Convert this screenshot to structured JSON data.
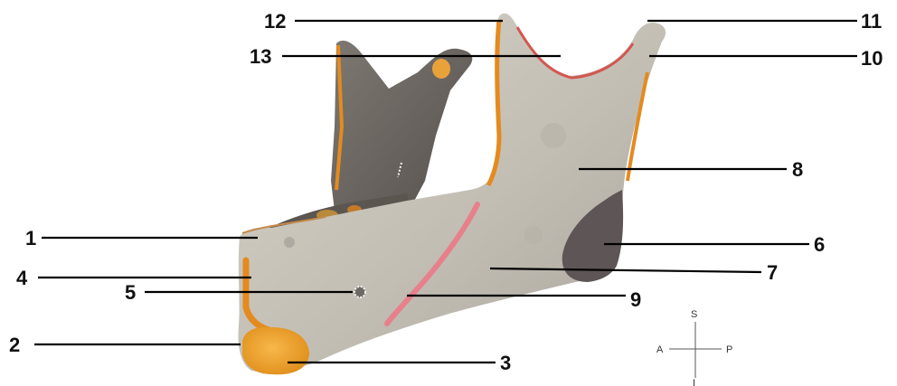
{
  "labels": {
    "l1": "1",
    "l2": "2",
    "l3": "3",
    "l4": "4",
    "l5": "5",
    "l6": "6",
    "l7": "7",
    "l8": "8",
    "l9": "9",
    "l10": "10",
    "l11": "11",
    "l12": "12",
    "l13": "13"
  },
  "compass": {
    "superior": "S",
    "anterior": "A",
    "posterior": "P",
    "inferior": "I"
  },
  "colors": {
    "bone": "#c2beb4",
    "bone_shadow": "#8d8a82",
    "inner_surface": "#6d6863",
    "orange_line": "#e58a1f",
    "tubercle": "#f0a533",
    "muscle_area": "#5e5556",
    "oblique_line": "#e7808c",
    "red_edge": "#d4574f"
  }
}
